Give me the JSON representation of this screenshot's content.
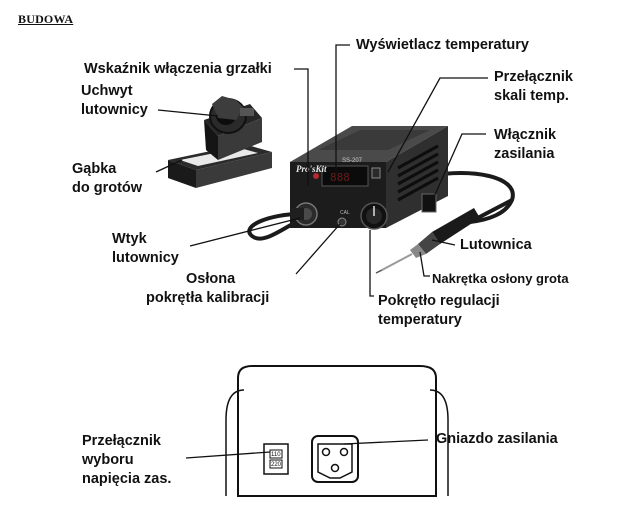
{
  "heading": "BUDOWA",
  "device": {
    "brand": "Pro'sKit",
    "model": "SS-207",
    "cal_label": "CAL"
  },
  "back_panel": {
    "voltage_switch_top": "110",
    "voltage_switch_bottom": "220"
  },
  "labels": {
    "heater_indicator": "Wskaźnik włączenia grzałki",
    "temp_display": "Wyświetlacz temperatury",
    "holder_l1": "Uchwyt",
    "holder_l2": "lutownicy",
    "scale_switch_l1": "Przełącznik",
    "scale_switch_l2": "skali temp.",
    "power_switch_l1": "Włącznik",
    "power_switch_l2": "zasilania",
    "sponge_l1": "Gąbka",
    "sponge_l2": "do grotów",
    "plug_l1": "Wtyk",
    "plug_l2": "lutownicy",
    "iron": "Lutownica",
    "tip_nut": "Nakrętka osłony grota",
    "cal_cover_l1": "Osłona",
    "cal_cover_l2": "pokrętła kalibracji",
    "temp_knob_l1": "Pokrętło regulacji",
    "temp_knob_l2": "temperatury",
    "voltage_switch_l1": "Przełącznik",
    "voltage_switch_l2": "wyboru",
    "voltage_switch_l3": "napięcia zas.",
    "power_socket": "Gniazdo zasilania"
  }
}
